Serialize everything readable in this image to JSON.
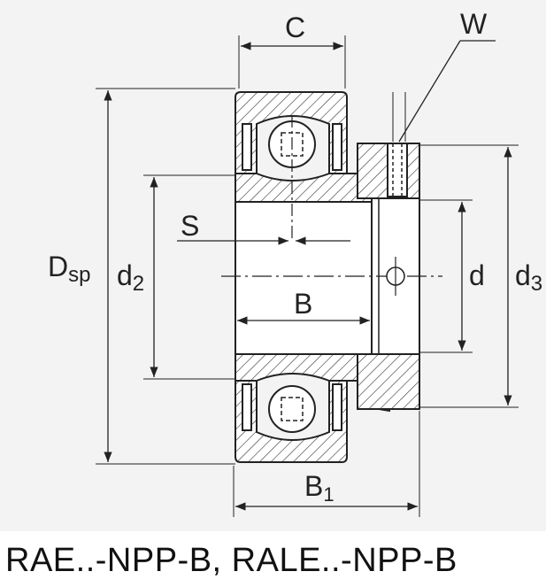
{
  "labels": {
    "C": "C",
    "W": "W",
    "S": "S",
    "B": "B",
    "d": "d",
    "Dsp_main": "D",
    "Dsp_sub": "sp",
    "d2_main": "d",
    "d2_sub": "2",
    "d3_main": "d",
    "d3_sub": "3",
    "B1_main": "B",
    "B1_sub": "1"
  },
  "caption": "RAE..-NPP-B, RALE..-NPP-B"
}
